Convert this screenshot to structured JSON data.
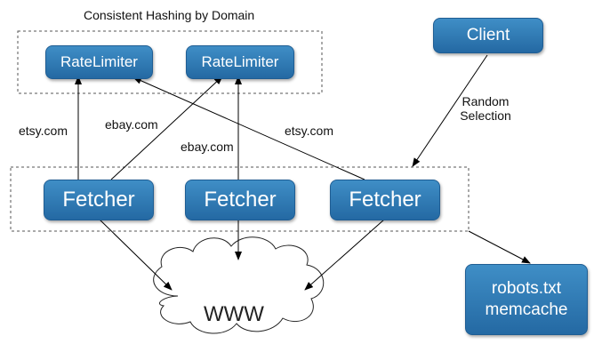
{
  "diagram": {
    "title": "Consistent Hashing by Domain",
    "client": "Client",
    "random_selection_line1": "Random",
    "random_selection_line2": "Selection",
    "rate_limiters": [
      "RateLimiter",
      "RateLimiter"
    ],
    "fetchers": [
      "Fetcher",
      "Fetcher",
      "Fetcher"
    ],
    "robots_line1": "robots.txt",
    "robots_line2": "memcache",
    "www": "WWW",
    "edge_labels": {
      "left_etsy": "etsy.com",
      "ebay_upper": "ebay.com",
      "ebay_lower": "ebay.com",
      "right_etsy": "etsy.com"
    },
    "colors": {
      "node_fill_top": "#3f8ec6",
      "node_fill_bottom": "#2469a3",
      "node_text": "#ffffff",
      "group_border": "#555555",
      "arrow": "#000000"
    }
  }
}
